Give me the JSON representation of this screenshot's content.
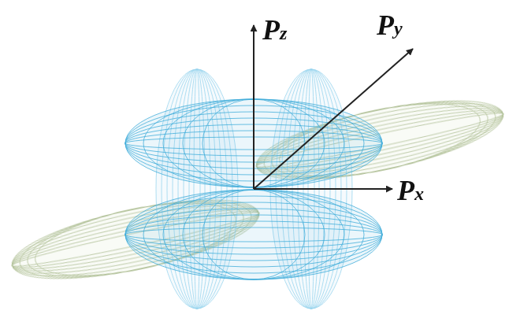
{
  "diagram": {
    "labels": [
      "Pz",
      "Py",
      "Px"
    ]
  }
}
